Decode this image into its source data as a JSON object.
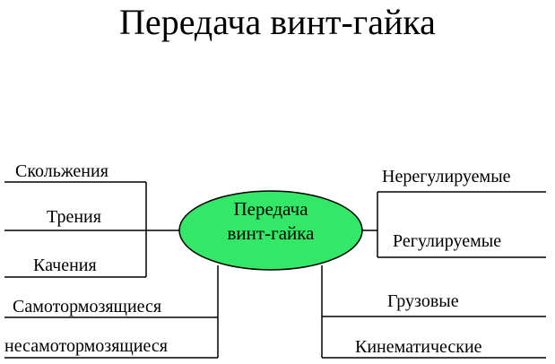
{
  "title": "Передача винт-гайка",
  "center": {
    "line1": "Передача",
    "line2": "винт-гайка",
    "fill_color": "#33e866"
  },
  "left_group_1": [
    "Скольжения",
    "Трения",
    "Качения"
  ],
  "left_group_2": [
    "Самотормозящиеся",
    "несамотормозящиеся"
  ],
  "right_group_1": [
    "Нерегулируемые",
    "Регулируемые"
  ],
  "right_group_2": [
    "Грузовые",
    "Кинематические"
  ]
}
